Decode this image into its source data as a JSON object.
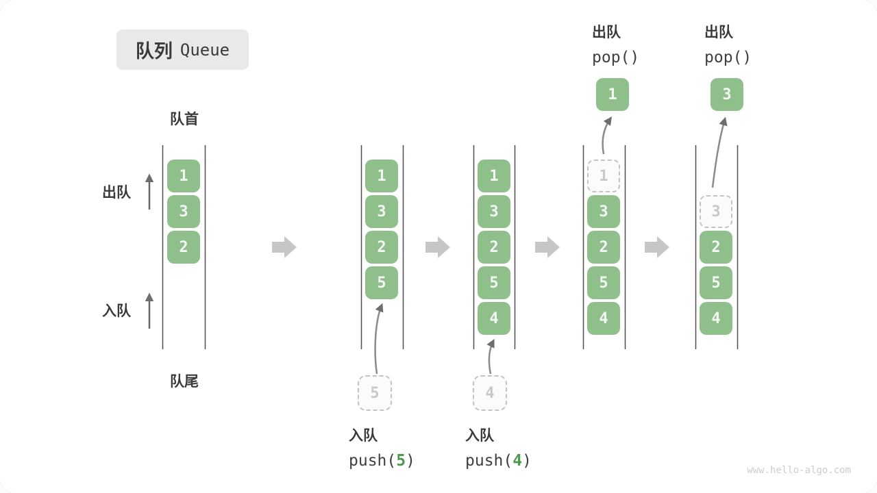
{
  "title": {
    "zh": "队列",
    "en": "Queue"
  },
  "side": {
    "front": "队首",
    "rear": "队尾",
    "dequeue": "出队",
    "enqueue": "入队"
  },
  "colors": {
    "box_green": "#8FBF8B",
    "code_arg_green": "#4E9B50",
    "text_dark": "#3A3A3A",
    "transition_arrow_gray": "#C6C6C6",
    "dashed_gray": "#C3C3C3"
  },
  "states": [
    {
      "slots": [
        "1",
        "3",
        "2"
      ]
    },
    {
      "slots": [
        "1",
        "3",
        "2",
        "5"
      ],
      "incoming": "5",
      "op": {
        "label": "入队",
        "fn": "push(",
        "arg": "5",
        "close": ")"
      }
    },
    {
      "slots": [
        "1",
        "3",
        "2",
        "5",
        "4"
      ],
      "incoming": "4",
      "op": {
        "label": "入队",
        "fn": "push(",
        "arg": "4",
        "close": ")"
      }
    },
    {
      "removed": "1",
      "slots": [
        "3",
        "2",
        "5",
        "4"
      ],
      "popped": "1",
      "op": {
        "label": "出队",
        "fn": "pop()"
      }
    },
    {
      "removed": "3",
      "slots": [
        "2",
        "5",
        "4"
      ],
      "popped": "3",
      "op": {
        "label": "出队",
        "fn": "pop()"
      }
    }
  ],
  "watermark": "www.hello-algo.com"
}
